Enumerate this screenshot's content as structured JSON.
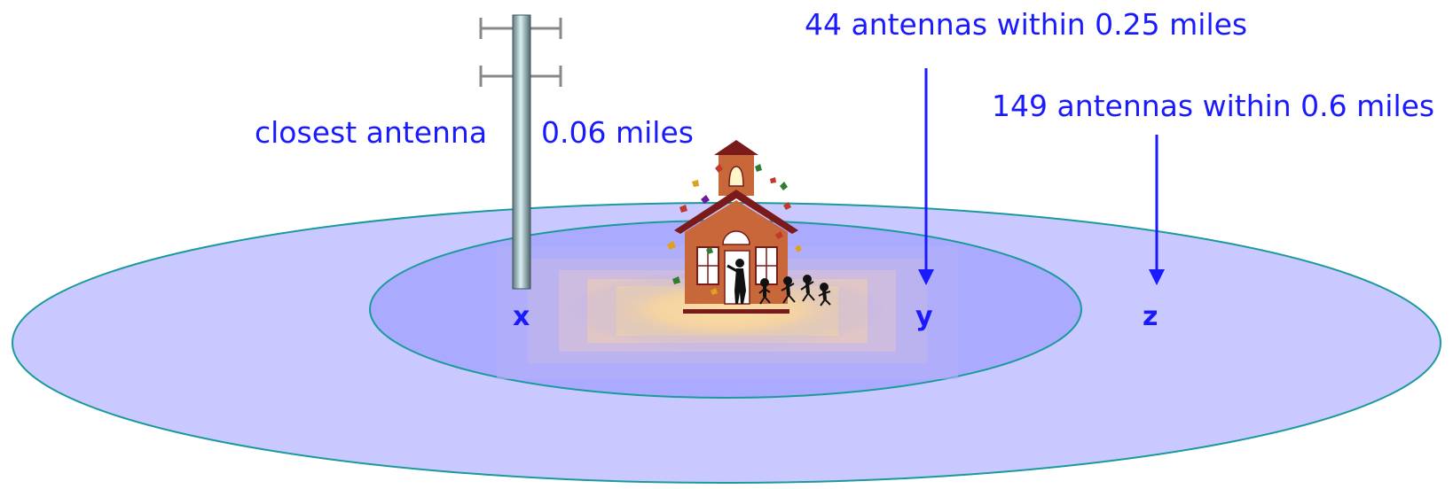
{
  "labels": {
    "closest_antenna": "closest antenna",
    "closest_distance": "0.06 miles",
    "inner_zone": "44 antennas within 0.25 miles",
    "outer_zone": "149 antennas within 0.6 miles"
  },
  "markers": {
    "x": "x",
    "y": "y",
    "z": "z"
  },
  "colors": {
    "text": "#1a1aff",
    "arrow": "#1a1aff",
    "outer_zone_fill": "#c9c9ff",
    "inner_zone_fill": "#aaaaff",
    "zone_stroke": "#1a9a9a",
    "center_glow": "#f6d18e",
    "school_wall": "#c8683a",
    "school_roof": "#7a1a1a",
    "pole": "#7f9aa0"
  },
  "icons": {
    "antenna": "antenna-tower-icon",
    "school": "schoolhouse-icon"
  }
}
